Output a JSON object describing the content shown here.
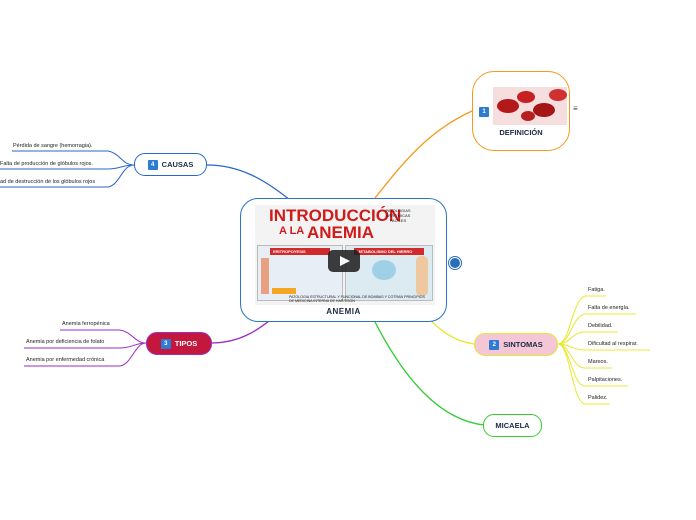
{
  "center": {
    "label": "ANEMIA",
    "thumbnail": {
      "title_line1": "INTRODUCCIÓN",
      "title_line2": "A LA",
      "title_line3": "ANEMIA",
      "side_text": "PATOLOGIAS ARRITMICAS FACILES",
      "panel_left": "ERITROPOYESIS",
      "panel_right": "METABOLISMO DEL HIERRO",
      "caption": "PATOLOGIA ESTRUCTURAL Y FUNCIONAL DE BOMBAS Y COTRAN PRINCIPIOS DE MEDICINA INTERNA DE HARRISON"
    }
  },
  "topics": {
    "definicion": {
      "number": "1",
      "label": "DEFINICIÓN"
    },
    "sintomas": {
      "number": "2",
      "label": "SINTOMAS",
      "items": [
        "Fatiga.",
        "Falta de energía.",
        "Debilidad.",
        "Dificultad al respirar.",
        "Mareos.",
        "Palpitaciones.",
        "Palidez."
      ]
    },
    "tipos": {
      "number": "3",
      "label": "TIPOS",
      "items": [
        "Anemia ferropénica",
        "Anemia por deficiencia de folato",
        "Anemia por enfermedad crónica"
      ]
    },
    "causas": {
      "number": "4",
      "label": "CAUSAS",
      "items": [
        "Pérdida de sangre (hemorragia).",
        "Falta de producción de glóbulos rojos.",
        "ad de destrucción de los glóbulos rojos"
      ]
    },
    "micaela": {
      "label": "MICAELA"
    }
  },
  "icons": {
    "notes": "notes-icon",
    "globe": "globe-icon",
    "play": "play-icon"
  },
  "colors": {
    "center": "#2a76c6",
    "definicion": "#f59a1c",
    "sintomas": "#e8e832",
    "sintomas_fill": "#f4c6d6",
    "tipos": "#9b2ec4",
    "tipos_fill": "#c4173d",
    "causas": "#2a66cc",
    "micaela": "#33cc33"
  }
}
